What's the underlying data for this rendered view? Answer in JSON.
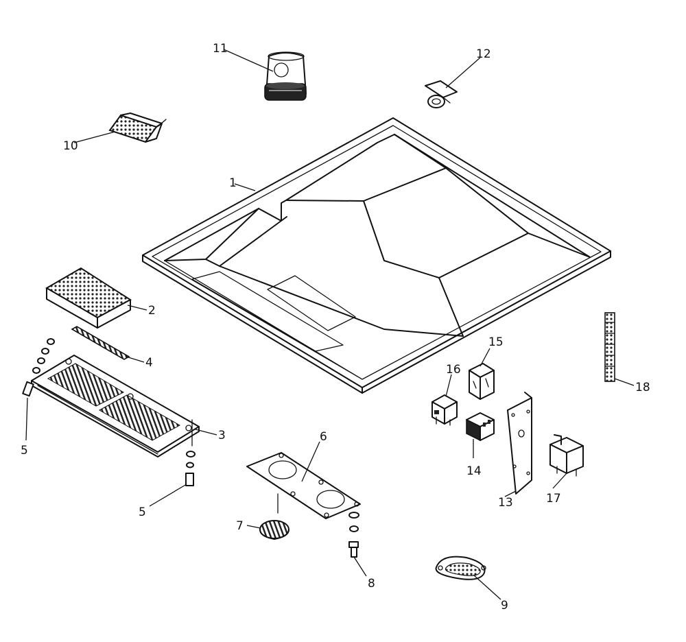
{
  "callouts": {
    "c1": "1",
    "c2": "2",
    "c3": "3",
    "c4": "4",
    "c5a": "5",
    "c5b": "5",
    "c6": "6",
    "c7": "7",
    "c8": "8",
    "c9": "9",
    "c10": "10",
    "c11": "11",
    "c12": "12",
    "c13": "13",
    "c14": "14",
    "c15": "15",
    "c16": "16",
    "c17": "17",
    "c18": "18"
  },
  "colors": {
    "line": "#111111",
    "background": "#ffffff"
  }
}
